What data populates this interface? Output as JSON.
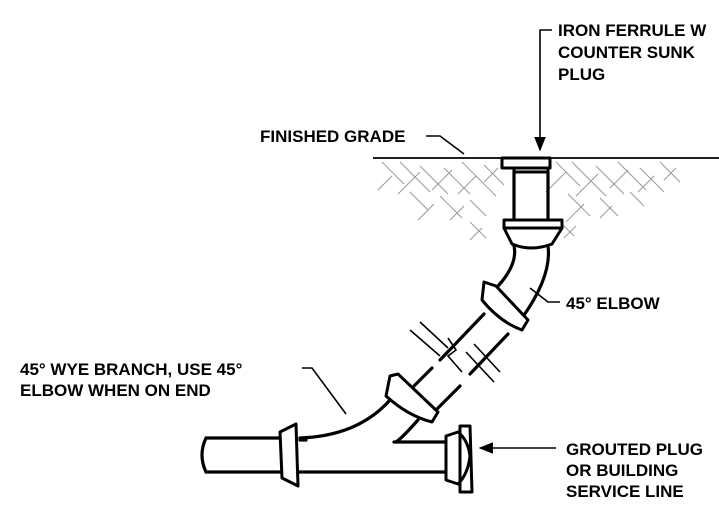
{
  "diagram": {
    "labels": {
      "ferrule": [
        "IRON FERRULE W",
        "COUNTER SUNK",
        "PLUG"
      ],
      "grade": "FINISHED GRADE",
      "elbow": "45° ELBOW",
      "wye": [
        "45° WYE BRANCH, USE 45°",
        "ELBOW WHEN ON END"
      ],
      "plug": [
        "GROUTED PLUG",
        "OR BUILDING",
        "SERVICE LINE"
      ]
    }
  }
}
